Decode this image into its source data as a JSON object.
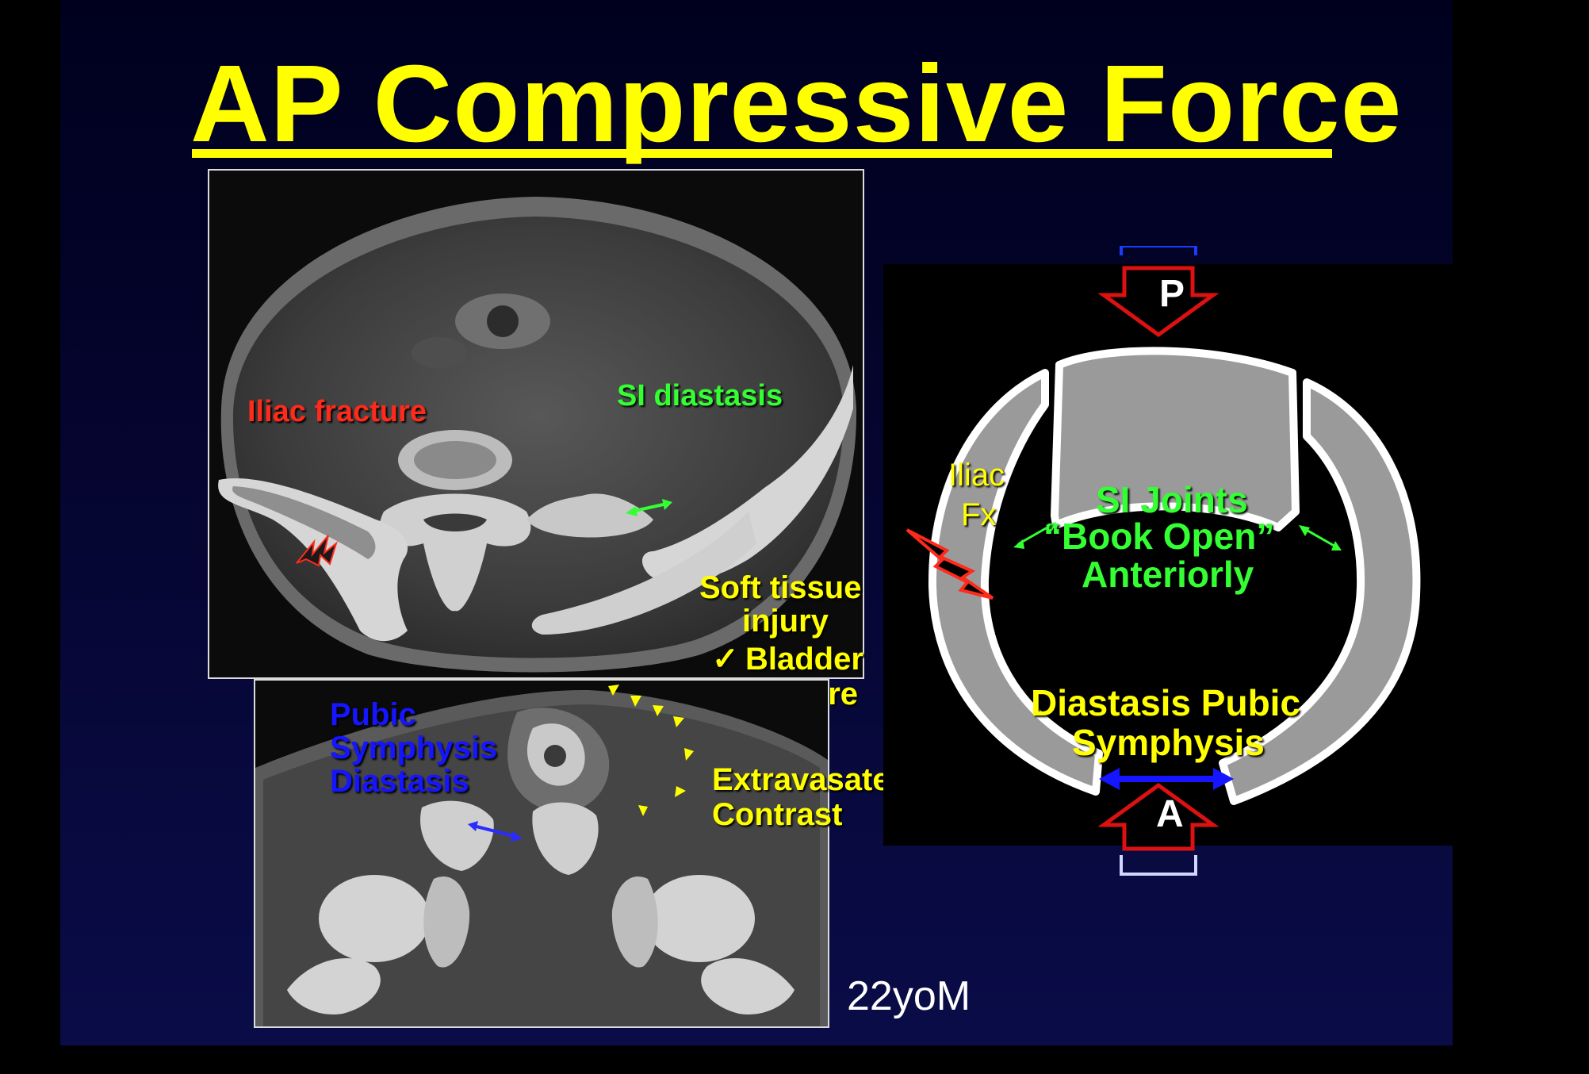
{
  "title": "AP Compressive Force",
  "ct_top": {
    "iliac_fracture": "Iliac fracture",
    "si_diastasis": "SI diastasis"
  },
  "soft_tissue": {
    "line1": "Soft tissue",
    "line2": "injury",
    "check_mark": "✓",
    "line3": "Bladder",
    "line4": "rupture"
  },
  "ct_bottom": {
    "pubic_line1": "Pubic",
    "pubic_line2": "Symphysis",
    "pubic_line3": "Diastasis",
    "extravasated_line1": "Extravasated",
    "extravasated_line2": "Contrast"
  },
  "diagram": {
    "posterior_label": "P",
    "anterior_label": "A",
    "iliac_fx_line1": "Iliac",
    "iliac_fx_line2": "Fx",
    "si_line1": "SI Joints",
    "si_line2": "“Book Open”",
    "si_line3": "Anteriorly",
    "pubic_line1": "Diastasis Pubic",
    "pubic_line2": "Symphysis"
  },
  "patient_label": "22yoM",
  "colors": {
    "title": "#ffff00",
    "green_label": "#33ff33",
    "red_label": "#ff2a1a",
    "blue_label": "#1515ff",
    "arrow_outline": "#dd1111",
    "bone_fill": "#9a9a9a"
  }
}
